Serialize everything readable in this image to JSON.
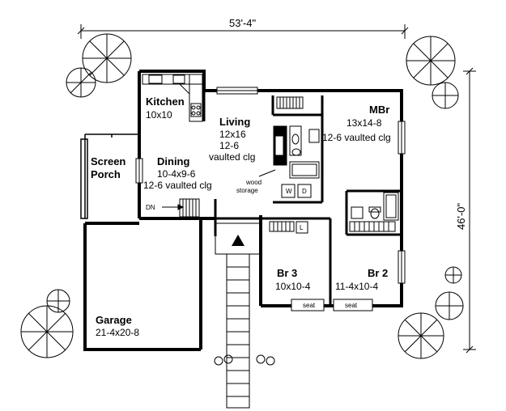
{
  "dimensions": {
    "width": "53'-4\"",
    "depth": "46'-0\""
  },
  "rooms": {
    "kitchen": {
      "name": "Kitchen",
      "size": "10x10"
    },
    "living": {
      "name": "Living",
      "size": "12x16",
      "ceiling_height": "12-6",
      "ceiling": "vaulted clg"
    },
    "mbr": {
      "name": "MBr",
      "size": "13x14-8",
      "ceiling": "12-6 vaulted clg"
    },
    "screen_porch": {
      "line1": "Screen",
      "line2": "Porch"
    },
    "dining": {
      "name": "Dining",
      "size": "10-4x9-6",
      "ceiling": "12-6 vaulted clg"
    },
    "br3": {
      "name": "Br 3",
      "size": "10x10-4"
    },
    "br2": {
      "name": "Br 2",
      "size": "11-4x10-4"
    },
    "garage": {
      "name": "Garage",
      "size": "21-4x20-8"
    }
  },
  "notes": {
    "wood_storage_1": "wood",
    "wood_storage_2": "storage",
    "washer": "W",
    "dryer": "D",
    "linen": "L",
    "stair_down": "DN",
    "seat_br3": "seat",
    "seat_br2": "seat"
  }
}
